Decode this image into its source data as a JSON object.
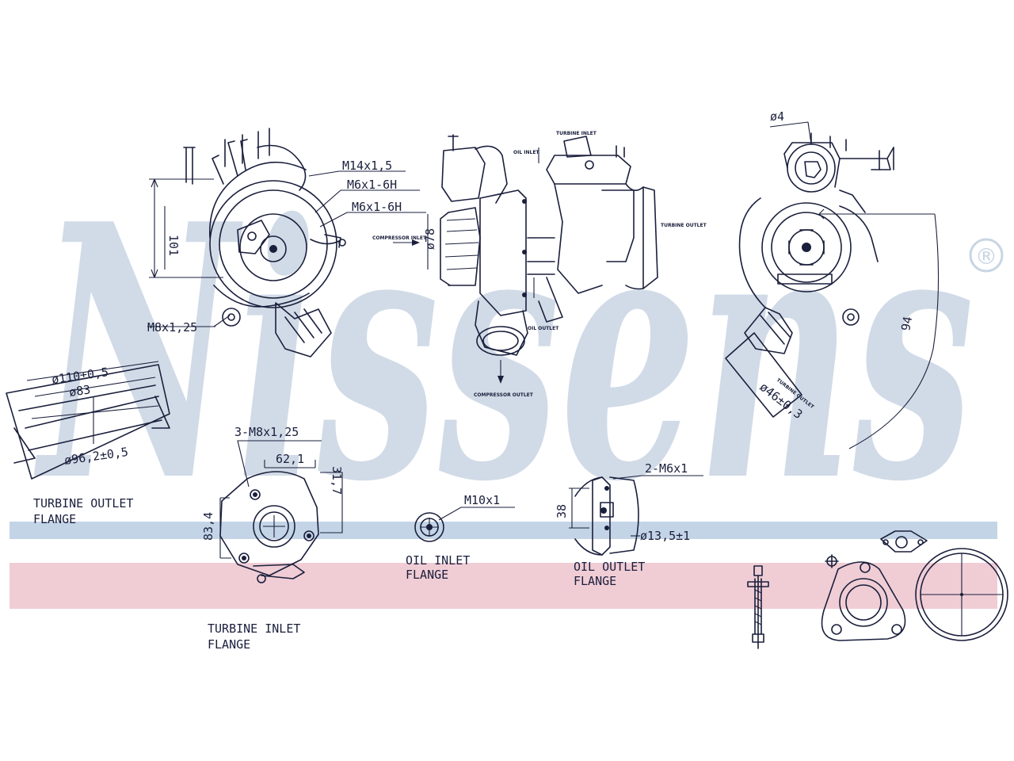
{
  "brand": {
    "watermark": "Nissens",
    "registered_mark": "®",
    "watermark_color": "#c9d5e3",
    "band_blue": "#c3d4e6",
    "band_red": "#f0cdd5",
    "line_color": "#1a1f3c"
  },
  "dimensions": {
    "m14": "M14x1,5",
    "m6_a": "M6x1-6H",
    "m6_b": "M6x1-6H",
    "m8": "M8x1,25",
    "dim_101": "101",
    "dim_78": "ø78",
    "phi4": "ø4",
    "dim_94": "94",
    "dim_46": "ø46±0,3",
    "dim_110": "ø110±0,5",
    "dim_83": "ø83",
    "dim_96": "ø96,2±0,5",
    "m8x3": "3-M8x1,25",
    "dim_621": "62,1",
    "dim_317": "31,7",
    "dim_834": "83,4",
    "m10": "M10x1",
    "m6x2": "2-M6x1",
    "dim_38": "38",
    "dim_135": "ø13,5±1"
  },
  "labels": {
    "turbine_outlet_1": "TURBINE OUTLET",
    "turbine_outlet_2": "FLANGE",
    "turbine_inlet_1": "TURBINE INLET",
    "turbine_inlet_2": "FLANGE",
    "oil_inlet_1": "OIL INLET",
    "oil_inlet_2": "FLANGE",
    "oil_outlet_1": "OIL OUTLET",
    "oil_outlet_2": "FLANGE"
  },
  "small_labels": {
    "compressor_inlet": "COMPRESSOR INLET",
    "turbine_inlet_top": "TURBINE INLET",
    "oil_in": "OIL INLET",
    "oil_out": "OIL OUTLET",
    "turbine_outlet_side": "TURBINE OUTLET",
    "compressor_outlet": "COMPRESSOR OUTLET"
  }
}
